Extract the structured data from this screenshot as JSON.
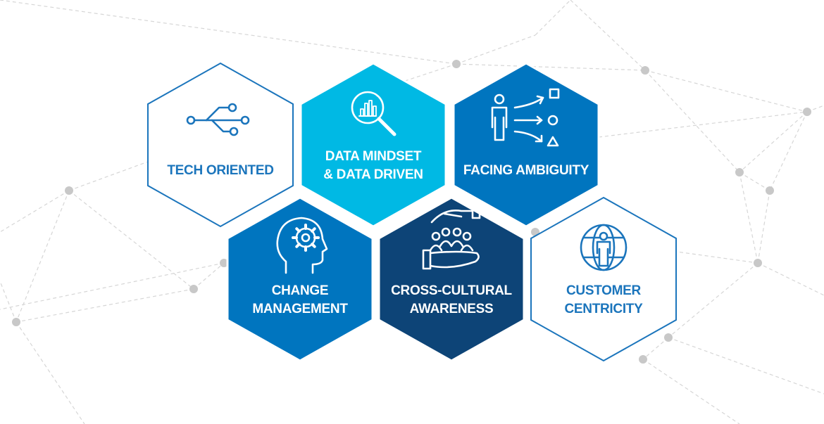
{
  "colors": {
    "network_line": "#d6d6d6",
    "network_node": "#c8c8c8",
    "outline_stroke": "#1b75bc",
    "outline_text": "#1b75bc",
    "outline_fill": "#ffffff",
    "cyan": "#00b9e4",
    "mid_blue": "#0075bf",
    "navy": "#0d4477",
    "text_on_fill": "#ffffff"
  },
  "hexagons": [
    {
      "id": "tech-oriented",
      "lines": [
        "TECH ORIENTED"
      ],
      "style": "outline",
      "icon": "usb-fork-icon"
    },
    {
      "id": "data-mindset",
      "lines": [
        "DATA MINDSET",
        "& DATA DRIVEN"
      ],
      "style": "cyan",
      "icon": "magnifier-chart-icon"
    },
    {
      "id": "facing-ambiguity",
      "lines": [
        "FACING AMBIGUITY"
      ],
      "style": "mid_blue",
      "icon": "person-choices-icon"
    },
    {
      "id": "change-management",
      "lines": [
        "CHANGE",
        "MANAGEMENT"
      ],
      "style": "mid_blue",
      "icon": "head-gear-icon"
    },
    {
      "id": "cross-cultural",
      "lines": [
        "CROSS-CULTURAL",
        "AWARENESS"
      ],
      "style": "navy",
      "icon": "hand-people-icon"
    },
    {
      "id": "customer-centricity",
      "lines": [
        "CUSTOMER",
        "CENTRICITY"
      ],
      "style": "outline",
      "icon": "globe-person-icon"
    }
  ]
}
